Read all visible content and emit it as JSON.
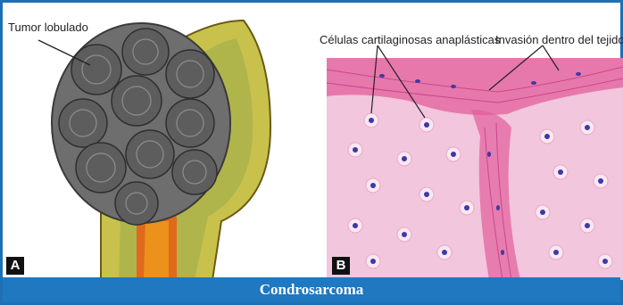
{
  "panel_a": {
    "tag": "A",
    "label_tumor": "Tumor lobulado"
  },
  "panel_b": {
    "tag": "B",
    "label_cells": "Células cartilaginosas anaplásticas",
    "label_invasion": "Invasión dentro del tejido"
  },
  "caption": "Condrosarcoma",
  "colors": {
    "frame": "#1f6fb4",
    "caption_bg": "#1f78c0",
    "tissue_pink": "#f2c6dc",
    "fiber_pink": "#e35d9b",
    "nucleus": "#3a3aa8",
    "tumor_gray": "#6e6e6e",
    "bone_yellow": "#c8c24c",
    "marrow_orange": "#e06a1c"
  }
}
